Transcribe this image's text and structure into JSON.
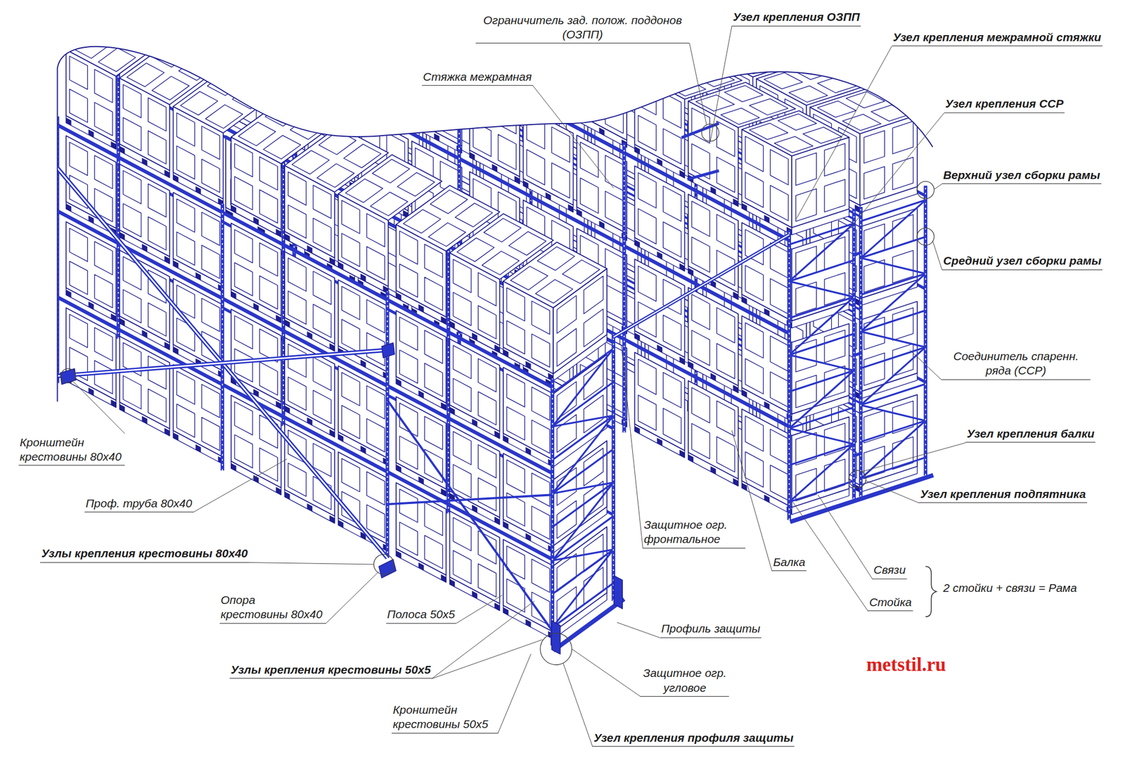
{
  "diagram": {
    "labels": [
      "Ограничитель зад. полож. поддонов (ОЗПП)",
      "Узел крепления ОЗПП",
      "Узел крепления межрамной стяжки",
      "Стяжка межрамная",
      "Узел крепления ССР",
      "Верхний узел сборки рамы",
      "Средний узел сборки рамы",
      "Соединитель спаренн. ряда (ССР)",
      "Узел крепления балки",
      "Узел крепления подпятника",
      "Кронштейн крестовины 80х40",
      "Проф. труба 80х40",
      "Узлы крепления крестовины 80х40",
      "Опора крестовины 80х40",
      "Полоса 50х5",
      "Защитное огр. фронтальное",
      "Балка",
      "Связи",
      "Стойка",
      "2 стойки + связи = Рама",
      "Профиль защиты",
      "Узлы крепления крестовины 50х5",
      "Защитное огр. угловое",
      "Кронштейн крестовины 50х5",
      "Узел крепления профиля защиты",
      "metstil.ru"
    ]
  }
}
